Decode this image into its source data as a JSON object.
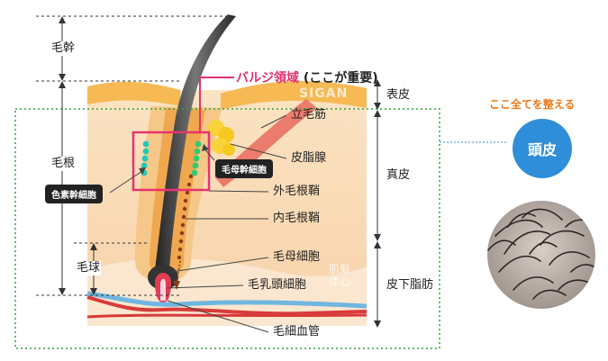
{
  "labels": {
    "hair_shaft": "毛幹",
    "hair_root": "毛根",
    "hair_bulb": "毛球",
    "epidermis": "表皮",
    "dermis": "真皮",
    "subcutaneous": "皮下脂肪",
    "arrector_pili": "立毛筋",
    "sebaceous_gland": "皮脂腺",
    "outer_root_sheath": "外毛根鞘",
    "inner_root_sheath": "内毛根鞘",
    "hair_matrix_cells": "毛母細胞",
    "dermal_papilla_cells": "毛乳頭細胞",
    "capillary": "毛細血管",
    "melanocyte_stem_cells": "色素幹細胞",
    "hair_follicle_stem_cells": "毛母幹細胞"
  },
  "bulge": {
    "title": "バルジ領域",
    "subtitle": "(ここが重要)"
  },
  "scalp": {
    "caption": "ここ全てを整える",
    "badge": "頭皮"
  },
  "watermark": {
    "top": "SIGAN",
    "line1": "肌髪",
    "line2": "体心"
  },
  "colors": {
    "bulge_box": "#e8326e",
    "dotted_region": "#2ea43a",
    "scalp_badge": "#2f8ed9",
    "caption_accent": "#ee7a18",
    "stem_dots": "#22c9b8",
    "inner_sheath_dots": "#8a3c16"
  }
}
